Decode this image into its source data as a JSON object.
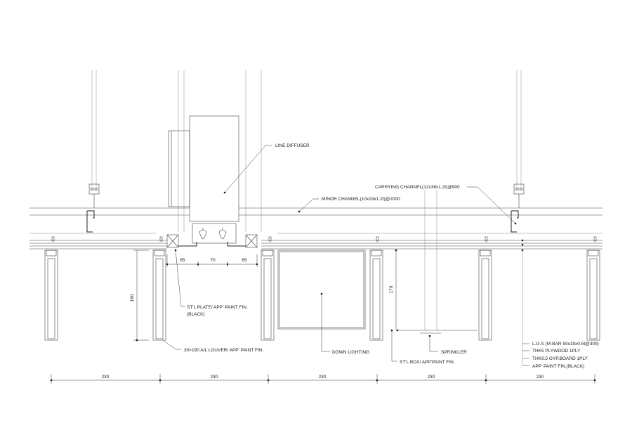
{
  "labels": {
    "line_diffuser": "LINE DIFFUSER",
    "carrying_channel": "CARRYING CHANNEL(12x38x1.2t)@900",
    "minor_channel": "MINOR CHANNEL(10x19x1.2t)@2000",
    "stl_plate_line1": "ST'L PLATE/ APP' PAINT FIN.",
    "stl_plate_line2": "(BLACK)",
    "louver": "30×190 A/L LOUVER/ APP' PAINT FIN.",
    "down_lighting": "DOWN LIGHTING",
    "sprinkler": "SPRINKLER",
    "stl_box": "ST'L BOX/ APP'PAINT FIN.",
    "lgs": "L.G.S (M-BAR 50x19x0.5t@300)",
    "plywood": "THK5 PLYWOOD 1PLY",
    "gyp_board": "THK9.5 GYP.BOARD 1PLY",
    "paint_fin": "APP' PAINT FIN.(BLACK)"
  },
  "dimensions": {
    "louver_height": "190",
    "box_height": "170",
    "gap_left": "65",
    "gap_center": "70",
    "gap_right": "65",
    "bottom_spans": [
      "230",
      "230",
      "230",
      "230",
      "230"
    ]
  }
}
